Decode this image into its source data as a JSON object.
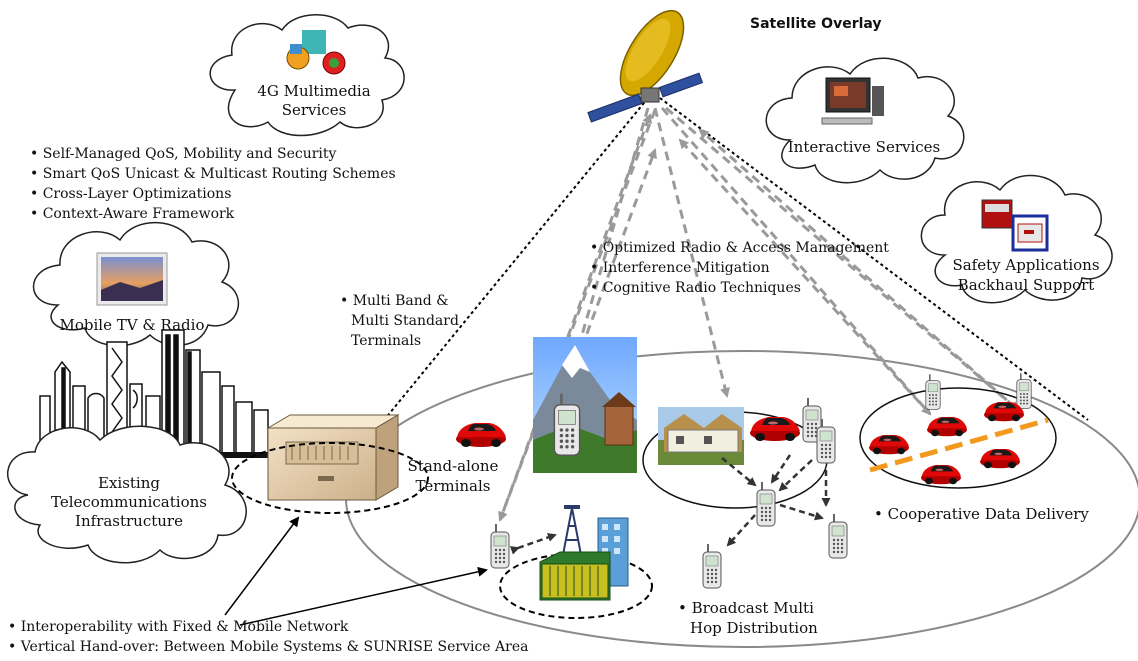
{
  "title": "Satellite Overlay",
  "clouds": {
    "multimedia": [
      "4G Multimedia",
      "Services"
    ],
    "interactive": [
      "Interactive Services"
    ],
    "safety": [
      "Safety Applications",
      "Backhaul Support"
    ],
    "mobile_tv": [
      "Mobile TV & Radio"
    ],
    "telecom": [
      "Existing",
      "Telecommunications",
      "Infrastructure"
    ]
  },
  "features_top": [
    "• Self-Managed QoS, Mobility and Security",
    "• Smart QoS Unicast & Multicast Routing Schemes",
    "• Cross-Layer Optimizations",
    "• Context-Aware Framework"
  ],
  "features_radio": [
    "• Optimized Radio & Access Management",
    "• Interference Mitigation",
    "• Cognitive Radio Techniques"
  ],
  "terminals": [
    "• Multi Band &",
    "Multi Standard",
    "Terminals"
  ],
  "standalone": [
    "Stand-alone",
    "Terminals"
  ],
  "cooperative": "• Cooperative Data Delivery",
  "broadcast": [
    "• Broadcast Multi",
    "Hop Distribution"
  ],
  "bottom_notes": [
    "• Interoperability with Fixed & Mobile Network",
    "• Vertical Hand-over: Between Mobile Systems & SUNRISE Service Area"
  ]
}
